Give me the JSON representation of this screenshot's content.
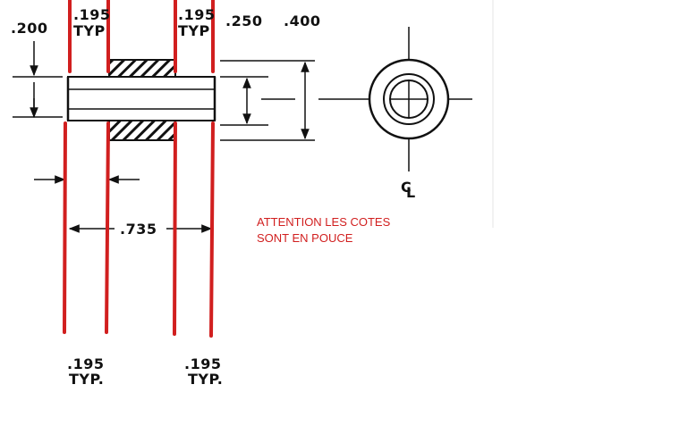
{
  "drawing": {
    "dim_top_left": ".200",
    "dim_typ_a_value": ".195",
    "dim_typ_a_suffix": "TYP",
    "dim_typ_b_value": ".195",
    "dim_typ_b_suffix": "TYP",
    "dim_inner": ".250",
    "dim_outer": ".400",
    "dim_length": ".735",
    "centerline_symbol": "CL",
    "bottom_left_value": ".195",
    "bottom_left_suffix": "TYP.",
    "bottom_right_value": ".195",
    "bottom_right_suffix": "TYP."
  },
  "note": {
    "line1": "ATTENTION LES COTES",
    "line2": "SONT EN POUCE"
  },
  "colors": {
    "ink": "#111111",
    "annotation_red": "#d11f1f"
  }
}
